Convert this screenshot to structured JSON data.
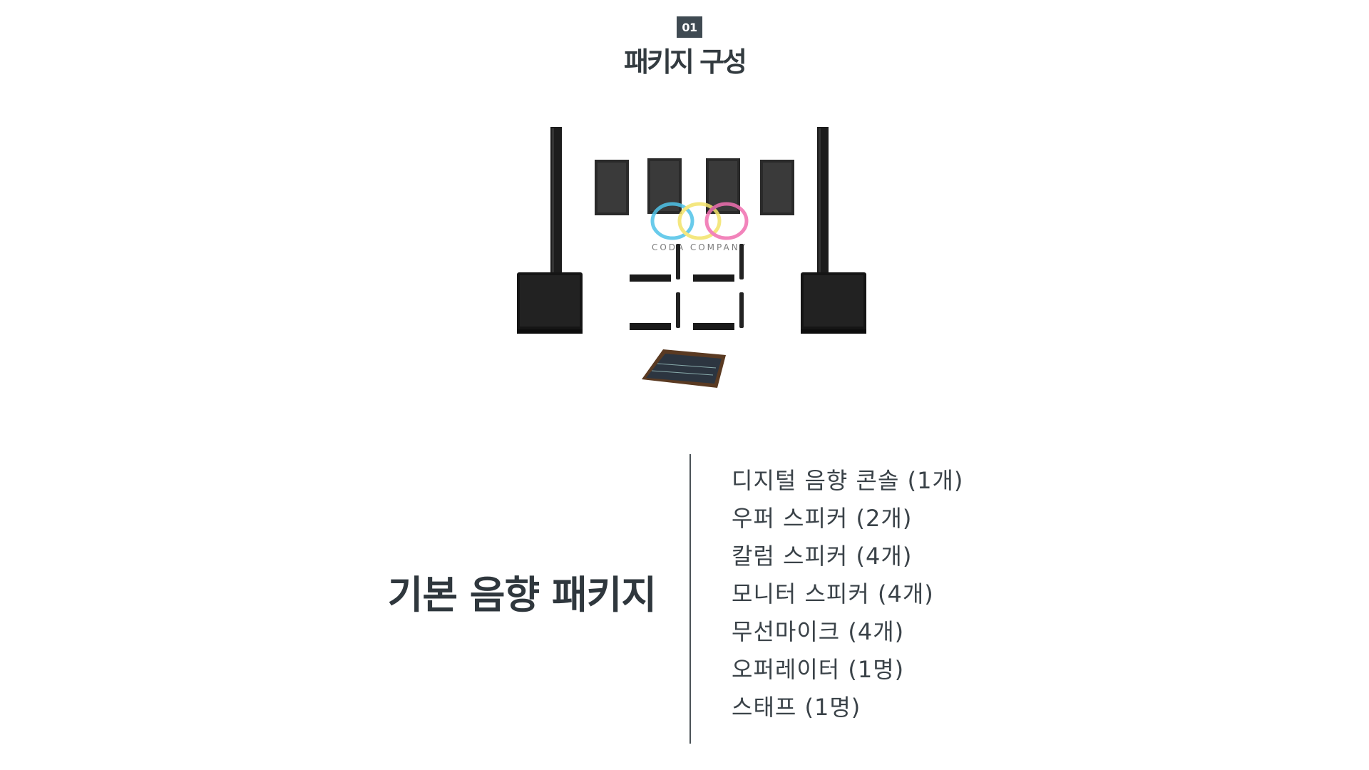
{
  "header": {
    "section_number": "01",
    "section_title": "패키지 구성"
  },
  "image": {
    "logo_text": "CODA COMPANY",
    "logo_colors": [
      "#4fc3e8",
      "#f3e36a",
      "#f06fb0"
    ]
  },
  "package": {
    "title": "기본 음향 패키지",
    "items": [
      "디지털 음향 콘솔 (1개)",
      "우퍼 스피커 (2개)",
      "칼럼 스피커 (4개)",
      "모니터 스피커 (4개)",
      "무선마이크 (4개)",
      "오퍼레이터 (1명)",
      "스태프 (1명)"
    ]
  }
}
